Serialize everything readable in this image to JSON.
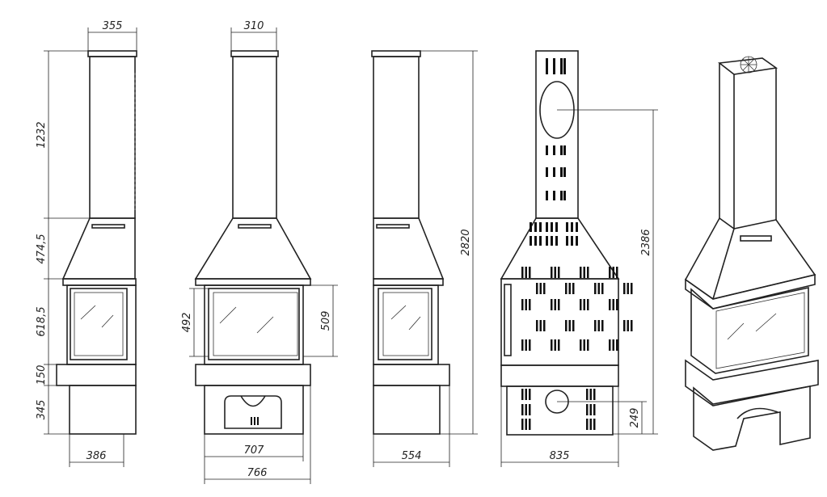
{
  "dimensions": {
    "top_width_view1": "355",
    "top_width_view2": "310",
    "chimney_height": "1232",
    "hood_height": "474,5",
    "firebox_height": "618,5",
    "base_band_height": "150",
    "base_height": "345",
    "width_view1": "386",
    "glass_height_front": "492",
    "glass_height_side": "509",
    "width_inner_front": "707",
    "width_outer_front": "766",
    "width_view3": "554",
    "total_height": "2820",
    "flue_height": "2386",
    "air_inlet_height": "249",
    "width_rear": "835"
  },
  "views": [
    "side-view-left",
    "front-view",
    "side-view-right",
    "rear-view",
    "isometric-view"
  ]
}
